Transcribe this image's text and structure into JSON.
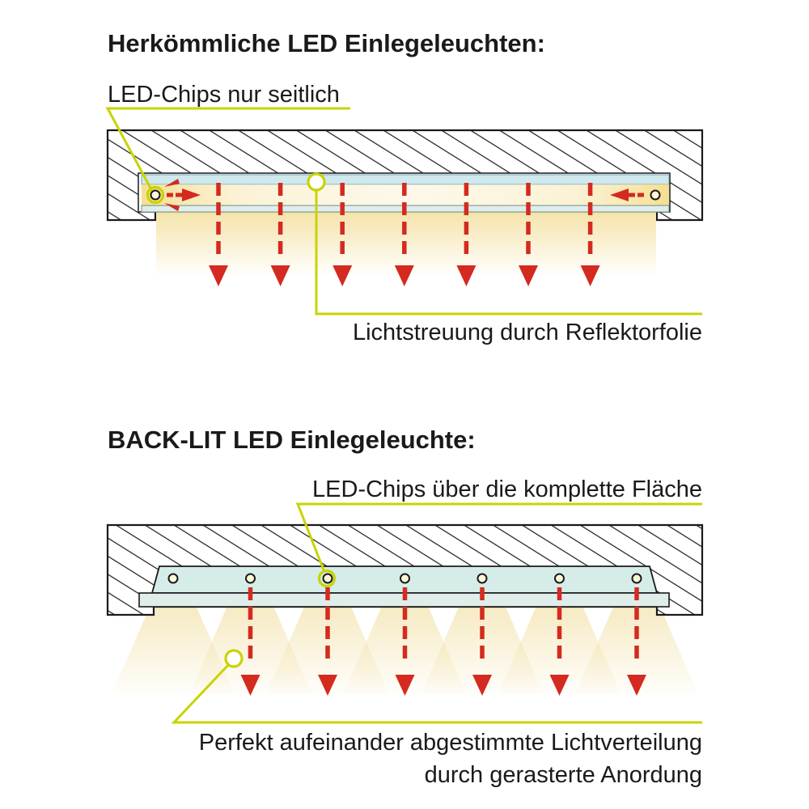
{
  "section_conventional": {
    "title": "Herkömmliche LED Einlegeleuchten:",
    "label_chips": "LED-Chips nur seitlich",
    "label_diffusion": "Lichtstreuung durch Reflektorfolie"
  },
  "section_backlit": {
    "title": "BACK-LIT LED Einlegeleuchte:",
    "label_chips": "LED-Chips über die komplette Fläche",
    "label_distribution_line1": "Perfekt aufeinander abgestimmte Lichtverteilung",
    "label_distribution_line2": "durch gerasterte Anordung"
  },
  "colors": {
    "callout_line": "#c8d400",
    "arrow": "#d42a1f",
    "hatch": "#1a1a1a",
    "panel": "#d6ece9",
    "glow": "#f6e9b8"
  },
  "backlit_led_count": 7,
  "conventional_down_arrow_count": 7
}
